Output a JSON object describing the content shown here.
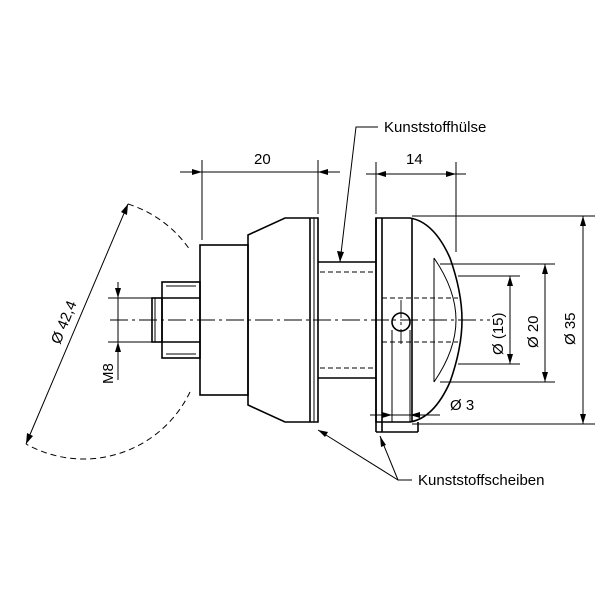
{
  "labels": {
    "sleeve": "Kunststoffhülse",
    "washers": "Kunststoffscheiben"
  },
  "dimensions": {
    "width_left": "20",
    "width_right": "14",
    "dia_outer": "Ø 42,4",
    "thread": "M8",
    "dia_inner": "Ø (15)",
    "dia_mid": "Ø 20",
    "dia_cap": "Ø 35",
    "dia_hole": "Ø 3"
  }
}
